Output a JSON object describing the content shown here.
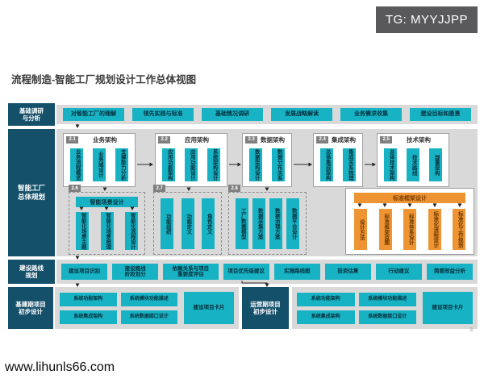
{
  "badge": "TG: MYYJJPP",
  "title": "流程制造-智能工厂规划设计工作总体视图",
  "watermark": "www.lihunls66.com",
  "page_number": "3",
  "colors": {
    "teal": "#17B2C3",
    "navy": "#15506B",
    "orange": "#EF9433",
    "band_gray": "#D9D9D9",
    "badge_gray": "#59595C"
  },
  "rows": {
    "research": {
      "label": "基础调研与分析",
      "items": [
        "对智能工厂的理解",
        "领先实践与标准",
        "基础情况调研",
        "发展战略解读",
        "业务需求收集",
        "建设目标和愿景"
      ]
    },
    "planning": {
      "label": "智能工厂总体规划",
      "arch_groups": [
        {
          "num": "2.1",
          "title": "业务架构",
          "bars": [
            "业务流程概览",
            "业务域设计",
            "支撑能力分析"
          ]
        },
        {
          "num": "2.2",
          "title": "应用架构",
          "bars": [
            "应用功能架构",
            "应用功能设计",
            "系统架构设计"
          ]
        },
        {
          "num": "2.3",
          "title": "数据架构",
          "bars": [
            "数据架构设计",
            "数据分布关系"
          ]
        },
        {
          "num": "2.4",
          "title": "集成架构",
          "bars": [
            "总体集成架构",
            "集成关系梳理"
          ]
        },
        {
          "num": "2.5",
          "title": "技术架构",
          "bars": [
            "总体技术架构",
            "技术路线",
            "部署架构"
          ]
        }
      ],
      "scenario_group": {
        "num": "2.6",
        "header": "智能场景设计",
        "bars": [
          "智能化场景主题",
          "智能化场景梳理",
          "智能化流程设计"
        ]
      },
      "function_group": {
        "num": "2.7",
        "bars": [
          "功能组织",
          "功能定义",
          "角色定义"
        ]
      },
      "data_group": {
        "num": "2.8",
        "bars": [
          "工厂数据模型",
          "数据采集方案",
          "数据治理方案",
          "数据平台设计"
        ]
      },
      "standards_group": {
        "header": "标准框架设计",
        "bars": [
          "设计方法",
          "标准框架蓝图",
          "标准体系设计",
          "标准化流程设计",
          "标准化工作规划"
        ]
      }
    },
    "roadmap": {
      "label": "建设路线规划",
      "items": [
        "建设项目识别",
        "建设路线阶段划分",
        "依赖关系与项目重要度评估",
        "项目优先级建议",
        "实施路线图",
        "投资估算",
        "行动建议",
        "简要效益分析"
      ]
    },
    "design_basic": {
      "label": "基建期项目初步设计",
      "items": [
        "系统功能架构",
        "系统模块功能描述",
        "系统集成架构",
        "系统数据接口设计"
      ],
      "card": "建设项目卡片"
    },
    "design_ops": {
      "label": "运营期项目初步设计",
      "items": [
        "系统功能架构",
        "系统模块功能描述",
        "系统集成架构",
        "系统数据接口设计"
      ],
      "card": "建设项目卡片"
    }
  }
}
